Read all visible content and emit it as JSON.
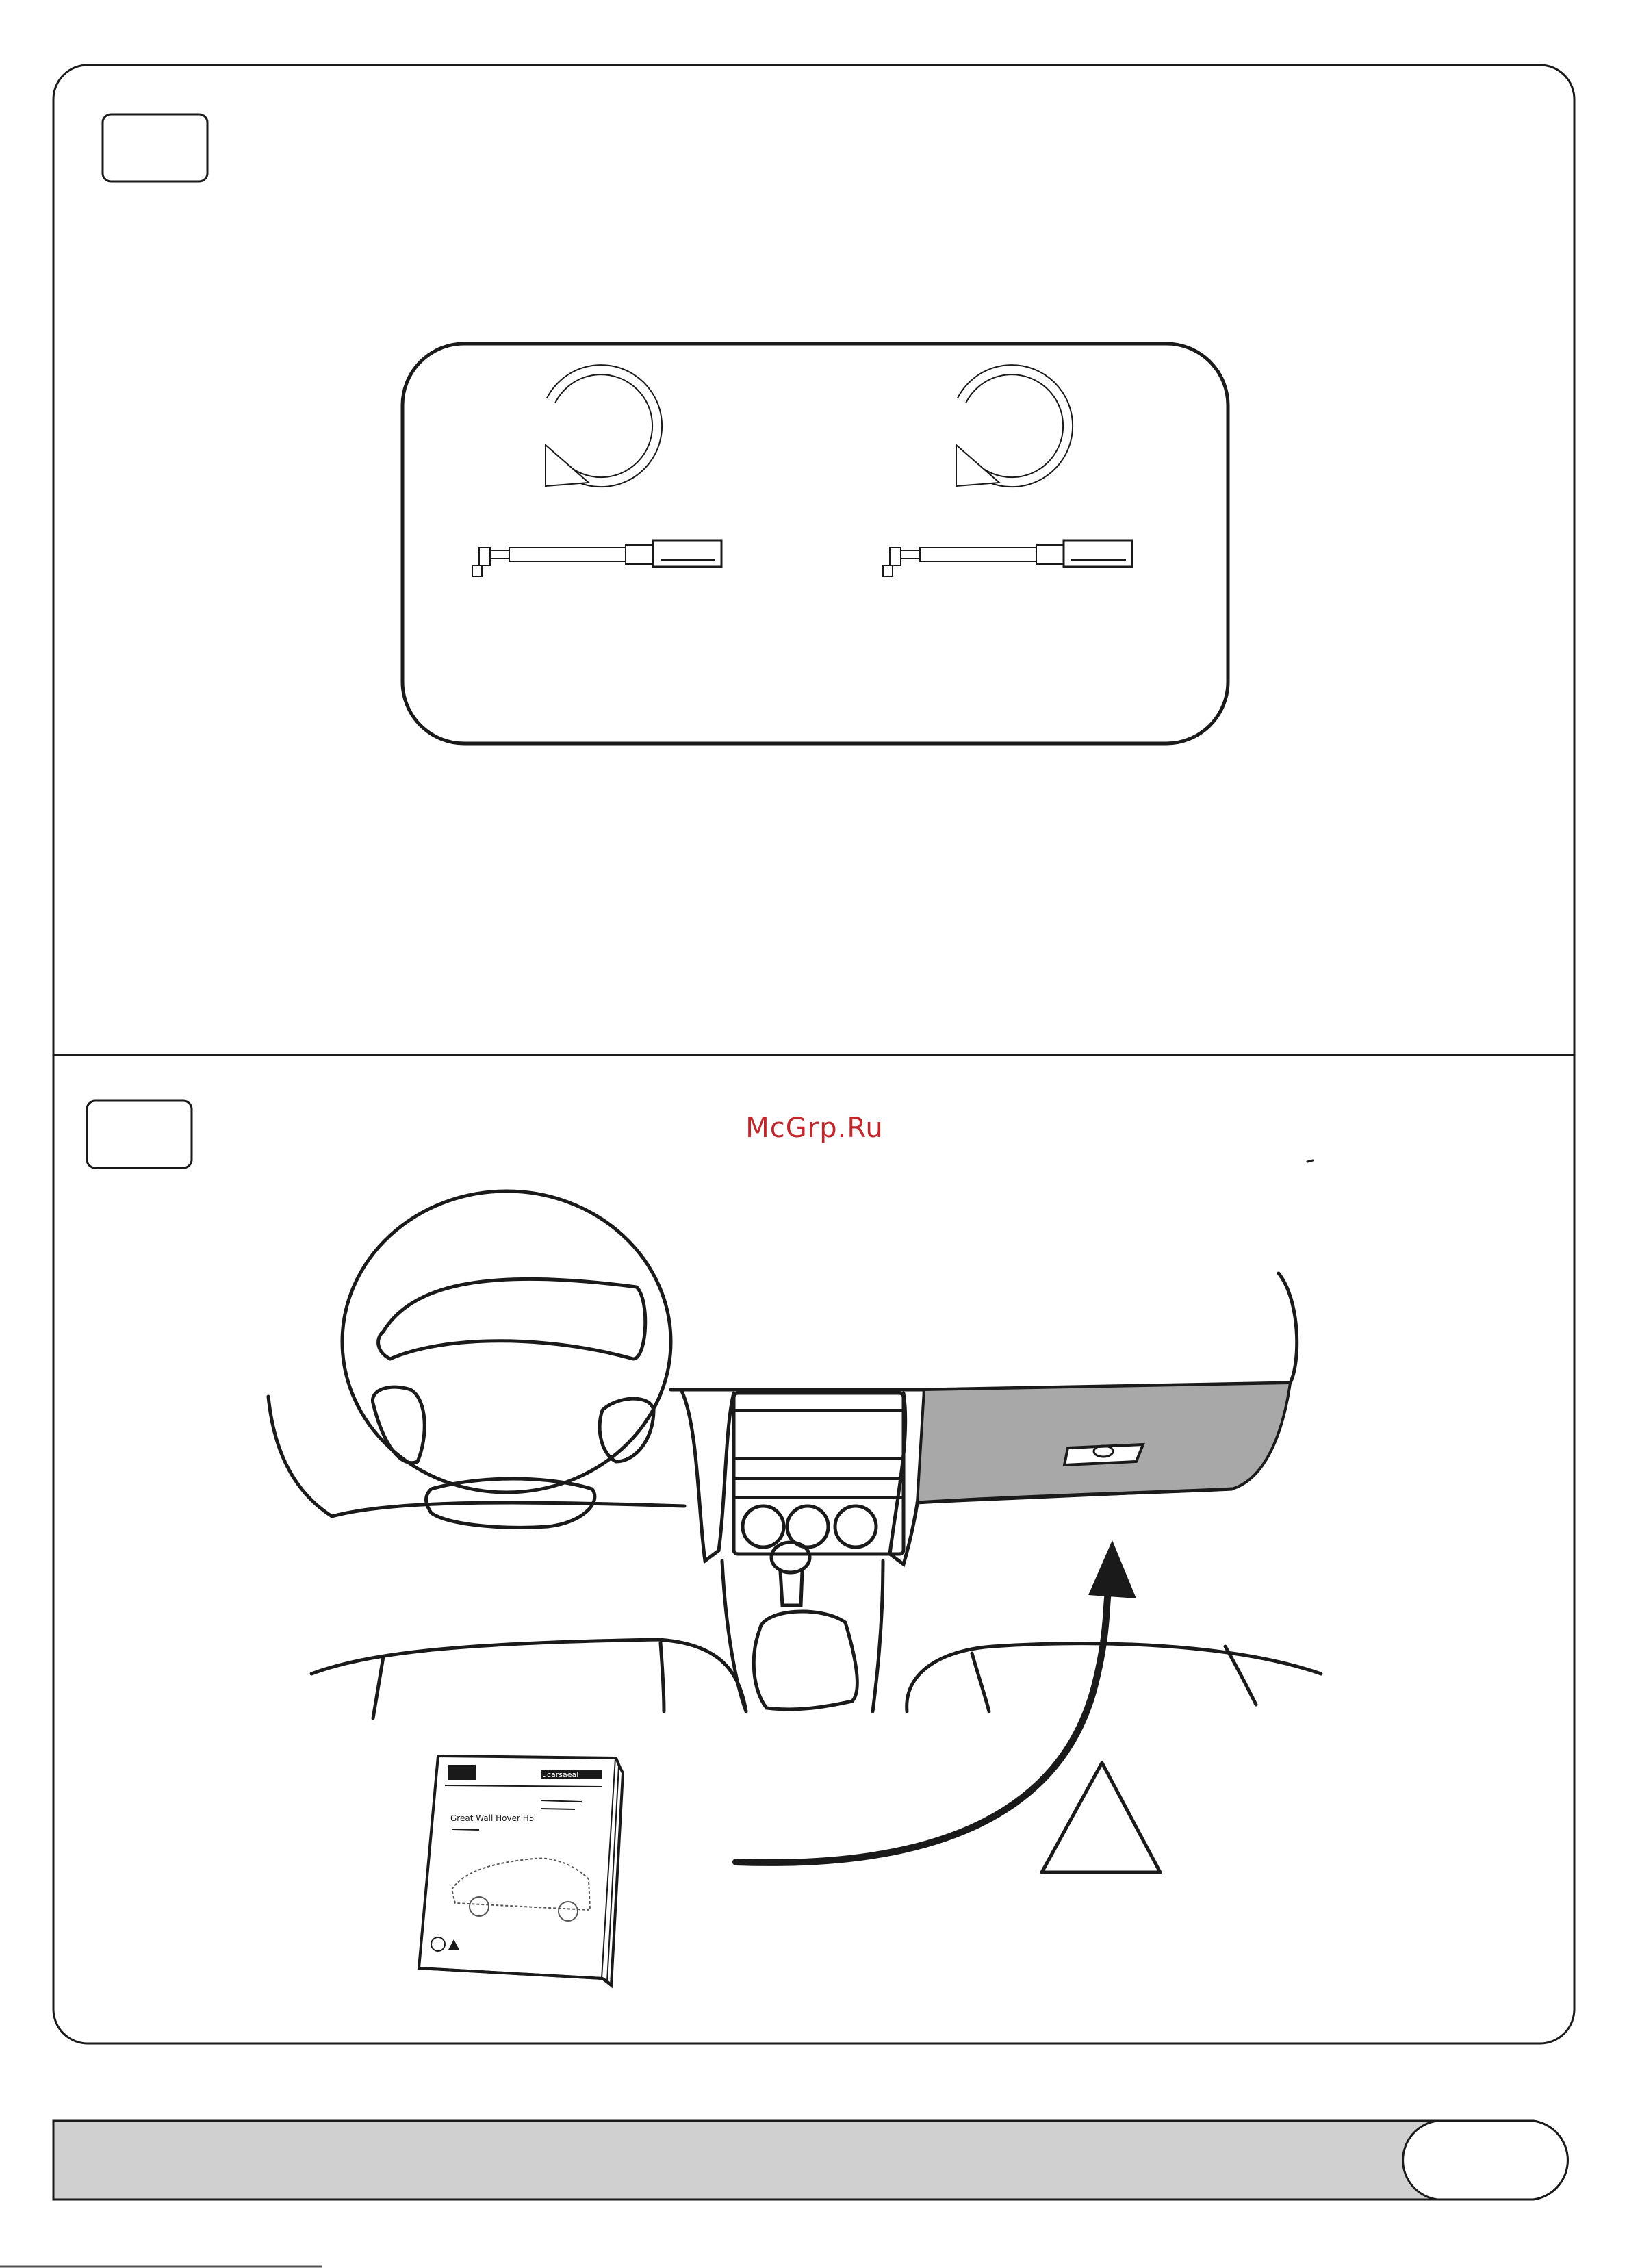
{
  "watermark": {
    "text": "McGrp.Ru",
    "color": "#c0282d"
  },
  "manual": {
    "brand": "ucarsaeal",
    "title": "Great Wall Hover H5"
  },
  "colors": {
    "line": "#1a1a1a",
    "glovebox_panel": "#a8a8a8",
    "footer_bar": "#d0d0d0"
  },
  "icons": {
    "rotate": "counter-clockwise-rotate-icon",
    "tool": "tool-icon",
    "warning": "warning-triangle-icon",
    "manual": "manual-booklet-icon",
    "arrow": "curved-arrow-icon"
  }
}
